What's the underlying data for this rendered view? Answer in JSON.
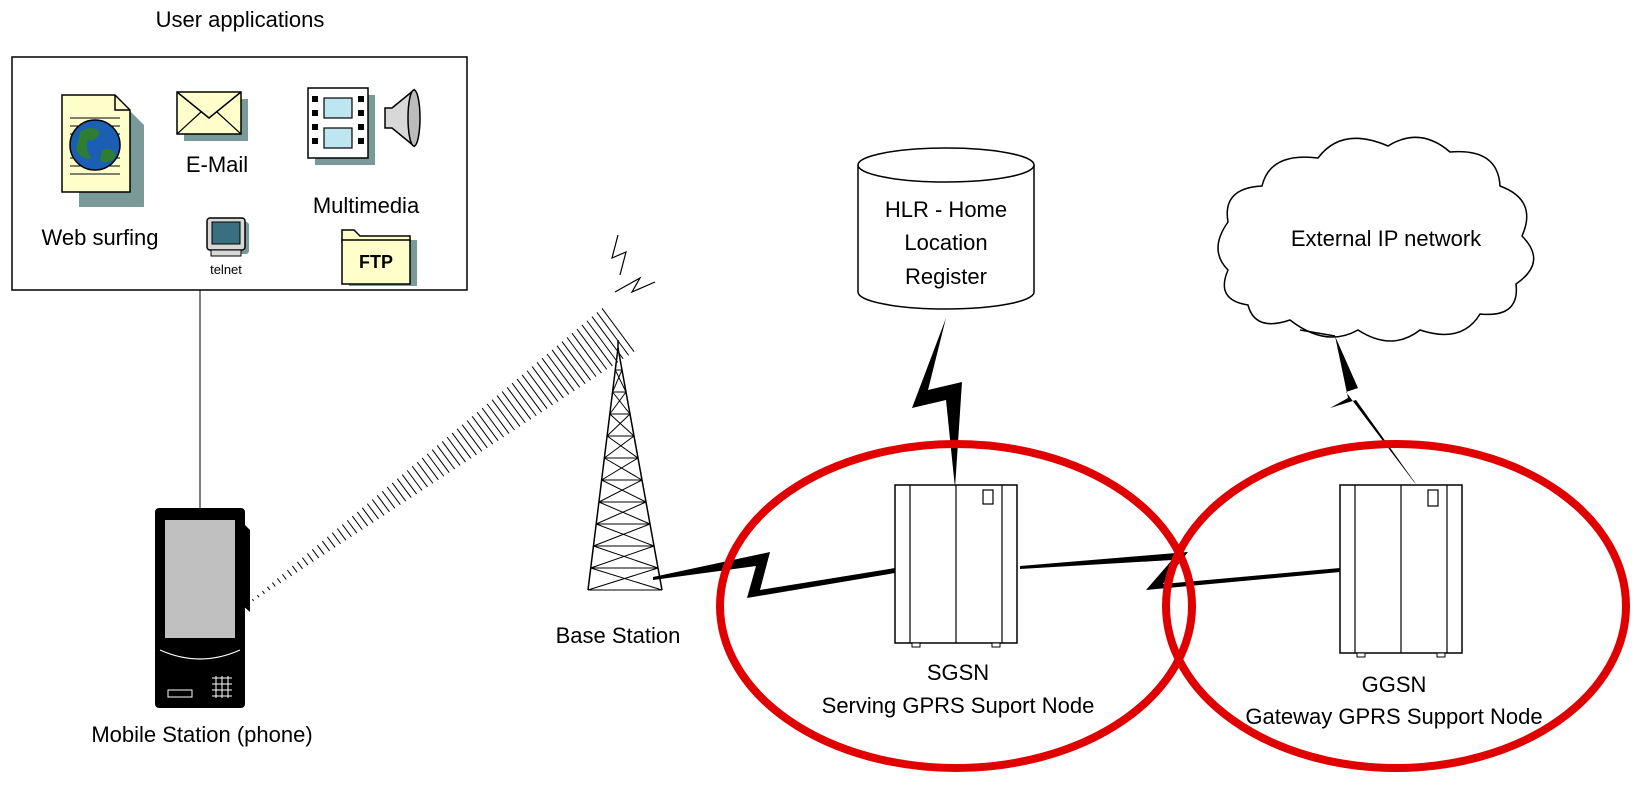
{
  "user_apps": {
    "title": "User applications",
    "web_surfing": "Web surfing",
    "email": "E-Mail",
    "multimedia": "Multimedia",
    "telnet": "telnet",
    "ftp": "FTP"
  },
  "mobile_station": {
    "label": "Mobile Station (phone)"
  },
  "base_station": {
    "label": "Base Station"
  },
  "hlr": {
    "line1": "HLR - Home",
    "line2": "Location",
    "line3": "Register"
  },
  "external_network": {
    "label": "External IP network"
  },
  "sgsn": {
    "abbr": "SGSN",
    "full": "Serving GPRS Suport Node"
  },
  "ggsn": {
    "abbr": "GGSN",
    "full": "Gateway GPRS Support Node"
  },
  "colors": {
    "highlight_ellipse": "#e00000",
    "doc_fill": "#ffffcc",
    "shadow": "#7a9a9a",
    "screen_fill": "#c0c0c0",
    "film_fill": "#bde6f0",
    "globe_fill": "#1a5fb4",
    "land_fill": "#2e7d32"
  }
}
